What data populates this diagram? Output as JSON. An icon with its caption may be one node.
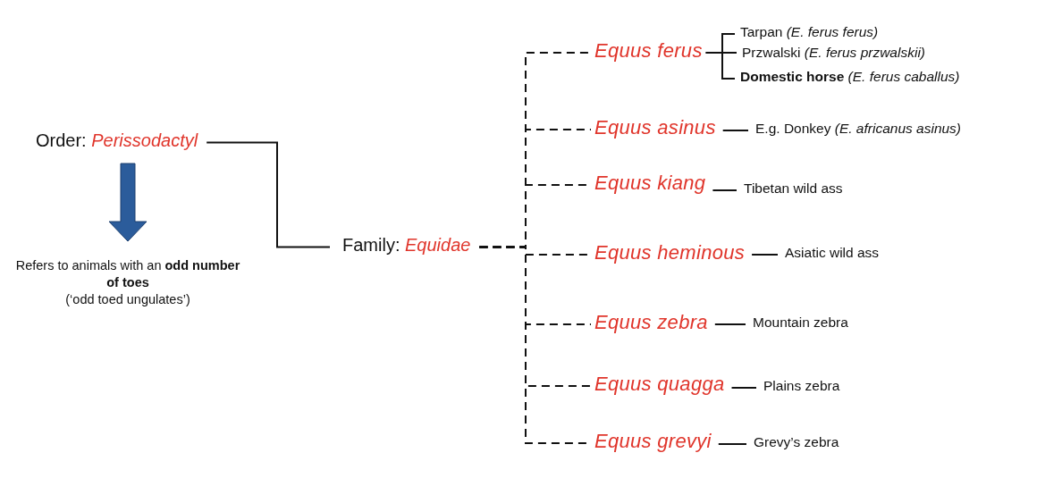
{
  "diagram": {
    "nodes": [
      {
        "text": [
          "Order: *Perissodactyl*"
        ]
      },
      {
        "text": [
          "Family: *Equidae*"
        ]
      },
      {
        "text": [
          "Equus ferus"
        ]
      },
      {
        "text": [
          "Equus asinus"
        ]
      },
      {
        "text": [
          "Equus kiang"
        ]
      },
      {
        "text": [
          "Equus heminous"
        ]
      },
      {
        "text": [
          "Equus zebra"
        ]
      },
      {
        "text": [
          "Equus quagga"
        ]
      },
      {
        "text": [
          "Equus grevyi"
        ]
      },
      {
        "text": [
          "Tarpan *(E. ferus ferus)*"
        ]
      },
      {
        "text": [
          "Przwalski *(E. ferus przwalskii)*"
        ]
      },
      {
        "text": [
          "**Domestic horse** *(E. ferus caballus)*"
        ]
      },
      {
        "text": [
          "E.g. Donkey *(E. africanus asinus)*"
        ]
      },
      {
        "text": [
          "Tibetan wild ass"
        ]
      },
      {
        "text": [
          "Asiatic wild ass"
        ]
      },
      {
        "text": [
          "Mountain zebra"
        ]
      },
      {
        "text": [
          "Plains zebra"
        ]
      },
      {
        "text": [
          "Grevy’s zebra"
        ]
      },
      {
        "text": [
          "Refers to animals with an **odd number of toes**",
          "(‘odd toed ungulates’)"
        ]
      }
    ],
    "edges": [
      {
        "from": 0,
        "to": 1,
        "arrow": "none"
      },
      {
        "from": 0,
        "to": 18,
        "arrow": "to",
        "style": "thick",
        "color": "#2b5c9b"
      },
      {
        "from": 1,
        "to": 2,
        "arrow": "none",
        "style": "dashed"
      },
      {
        "from": 1,
        "to": 3,
        "arrow": "none",
        "style": "dashed"
      },
      {
        "from": 1,
        "to": 4,
        "arrow": "none",
        "style": "dashed"
      },
      {
        "from": 1,
        "to": 5,
        "arrow": "none",
        "style": "dashed"
      },
      {
        "from": 1,
        "to": 6,
        "arrow": "none",
        "style": "dashed"
      },
      {
        "from": 1,
        "to": 7,
        "arrow": "none",
        "style": "dashed"
      },
      {
        "from": 1,
        "to": 8,
        "arrow": "none",
        "style": "dashed"
      },
      {
        "from": 2,
        "to": 9,
        "arrow": "none"
      },
      {
        "from": 2,
        "to": 10,
        "arrow": "none"
      },
      {
        "from": 2,
        "to": 11,
        "arrow": "none"
      },
      {
        "from": 3,
        "to": 12,
        "arrow": "none"
      },
      {
        "from": 4,
        "to": 13,
        "arrow": "none"
      },
      {
        "from": 5,
        "to": 14,
        "arrow": "none"
      },
      {
        "from": 6,
        "to": 15,
        "arrow": "none"
      },
      {
        "from": 7,
        "to": 16,
        "arrow": "none"
      },
      {
        "from": 8,
        "to": 17,
        "arrow": "none"
      }
    ]
  }
}
